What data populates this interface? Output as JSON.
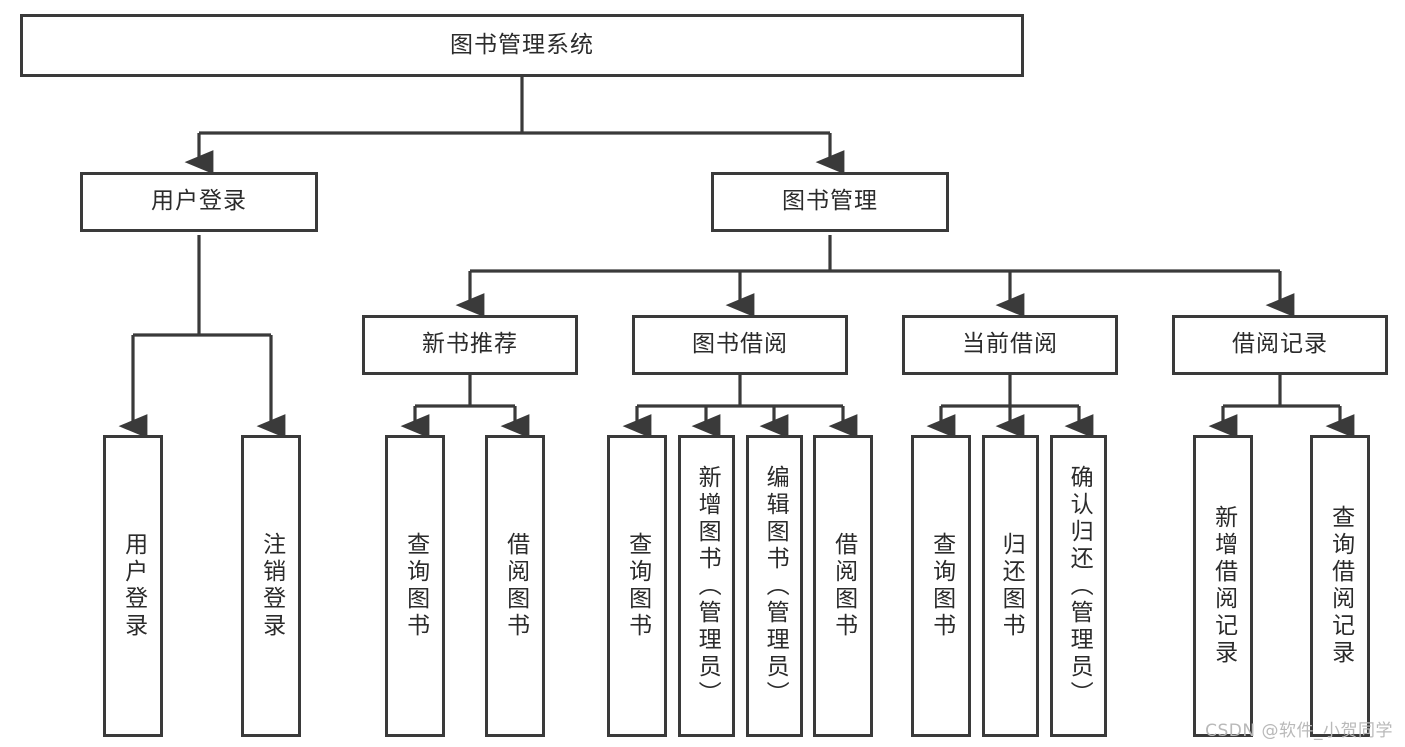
{
  "diagram": {
    "title_node": {
      "label": "图书管理系统"
    },
    "level2": [
      {
        "id": "user-login",
        "label": "用户登录"
      },
      {
        "id": "book-management",
        "label": "图书管理"
      }
    ],
    "level3": [
      {
        "id": "new-book-recommend",
        "label": "新书推荐"
      },
      {
        "id": "book-borrow",
        "label": "图书借阅"
      },
      {
        "id": "current-borrow",
        "label": "当前借阅"
      },
      {
        "id": "borrow-record",
        "label": "借阅记录"
      }
    ],
    "leaves": {
      "user_login": [
        {
          "id": "leaf-user-login",
          "label": "用户登录"
        },
        {
          "id": "leaf-logout-login",
          "label": "注销登录"
        }
      ],
      "new_book_recommend": [
        {
          "id": "leaf-query-book-1",
          "label": "查询图书"
        },
        {
          "id": "leaf-borrow-book-1",
          "label": "借阅图书"
        }
      ],
      "book_borrow": [
        {
          "id": "leaf-query-book-2",
          "label": "查询图书"
        },
        {
          "id": "leaf-add-book",
          "label": "新增图书（管理员）"
        },
        {
          "id": "leaf-edit-book",
          "label": "编辑图书（管理员）"
        },
        {
          "id": "leaf-borrow-book-2",
          "label": "借阅图书"
        }
      ],
      "current_borrow": [
        {
          "id": "leaf-query-book-3",
          "label": "查询图书"
        },
        {
          "id": "leaf-return-book",
          "label": "归还图书"
        },
        {
          "id": "leaf-confirm-return",
          "label": "确认归还（管理员）"
        }
      ],
      "borrow_record": [
        {
          "id": "leaf-add-record",
          "label": "新增借阅记录"
        },
        {
          "id": "leaf-query-record",
          "label": "查询借阅记录"
        }
      ]
    },
    "watermark": "CSDN @软件_小贺同学",
    "colors": {
      "stroke": "#3a3a3a",
      "node_fill": "#ffffff",
      "text": "#2b2b2b",
      "background": "#ffffff",
      "watermark": "#b9b9b9"
    }
  }
}
